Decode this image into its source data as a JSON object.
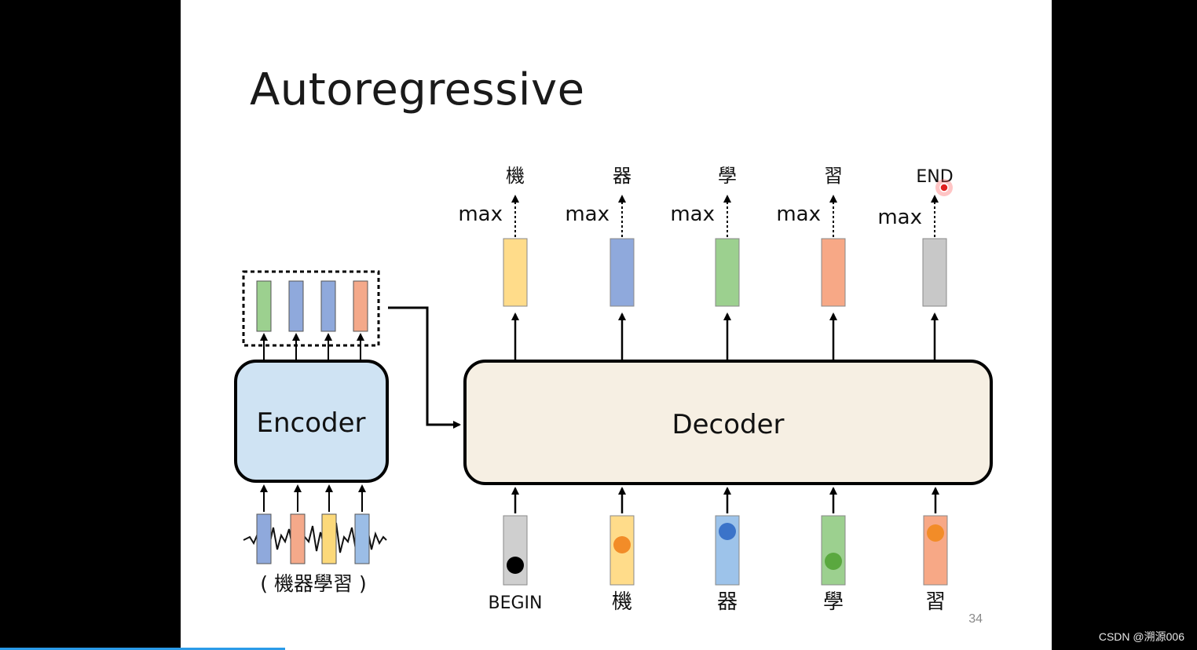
{
  "slide": {
    "title": "Autoregressive",
    "page_number": "34"
  },
  "encoder": {
    "label": "Encoder",
    "input_caption": "( 機器學習 )",
    "input_vectors": [
      "#8fa9dc",
      "#f4a98a",
      "#fcd97a",
      "#9bbde6"
    ],
    "output_vectors": [
      "#9cd08f",
      "#8fa9dc",
      "#8fa9dc",
      "#f4a98a"
    ]
  },
  "decoder": {
    "label": "Decoder",
    "outputs": [
      {
        "op": "max",
        "token": "機",
        "color": "#ffdc8a"
      },
      {
        "op": "max",
        "token": "器",
        "color": "#8fa9dc"
      },
      {
        "op": "max",
        "token": "學",
        "color": "#9cd08f"
      },
      {
        "op": "max",
        "token": "習",
        "color": "#f7a886"
      },
      {
        "op": "max",
        "token": "END",
        "color": "#c8c8c8"
      }
    ],
    "inputs": [
      {
        "token": "BEGIN",
        "color": "#cfcfcf",
        "dot": "#000000"
      },
      {
        "token": "機",
        "color": "#ffdc8a",
        "dot": "#f28c28"
      },
      {
        "token": "器",
        "color": "#9dc3ea",
        "dot": "#3b73c9"
      },
      {
        "token": "學",
        "color": "#9cd08f",
        "dot": "#5aa83f"
      },
      {
        "token": "習",
        "color": "#f7a886",
        "dot": "#f28c28"
      }
    ]
  },
  "colors": {
    "encoder_fill": "#cfe3f3",
    "decoder_fill": "#f6efe3",
    "cursor": "#e02020"
  },
  "watermark": "CSDN @溯源006",
  "playback": {
    "progress": 0.238
  }
}
